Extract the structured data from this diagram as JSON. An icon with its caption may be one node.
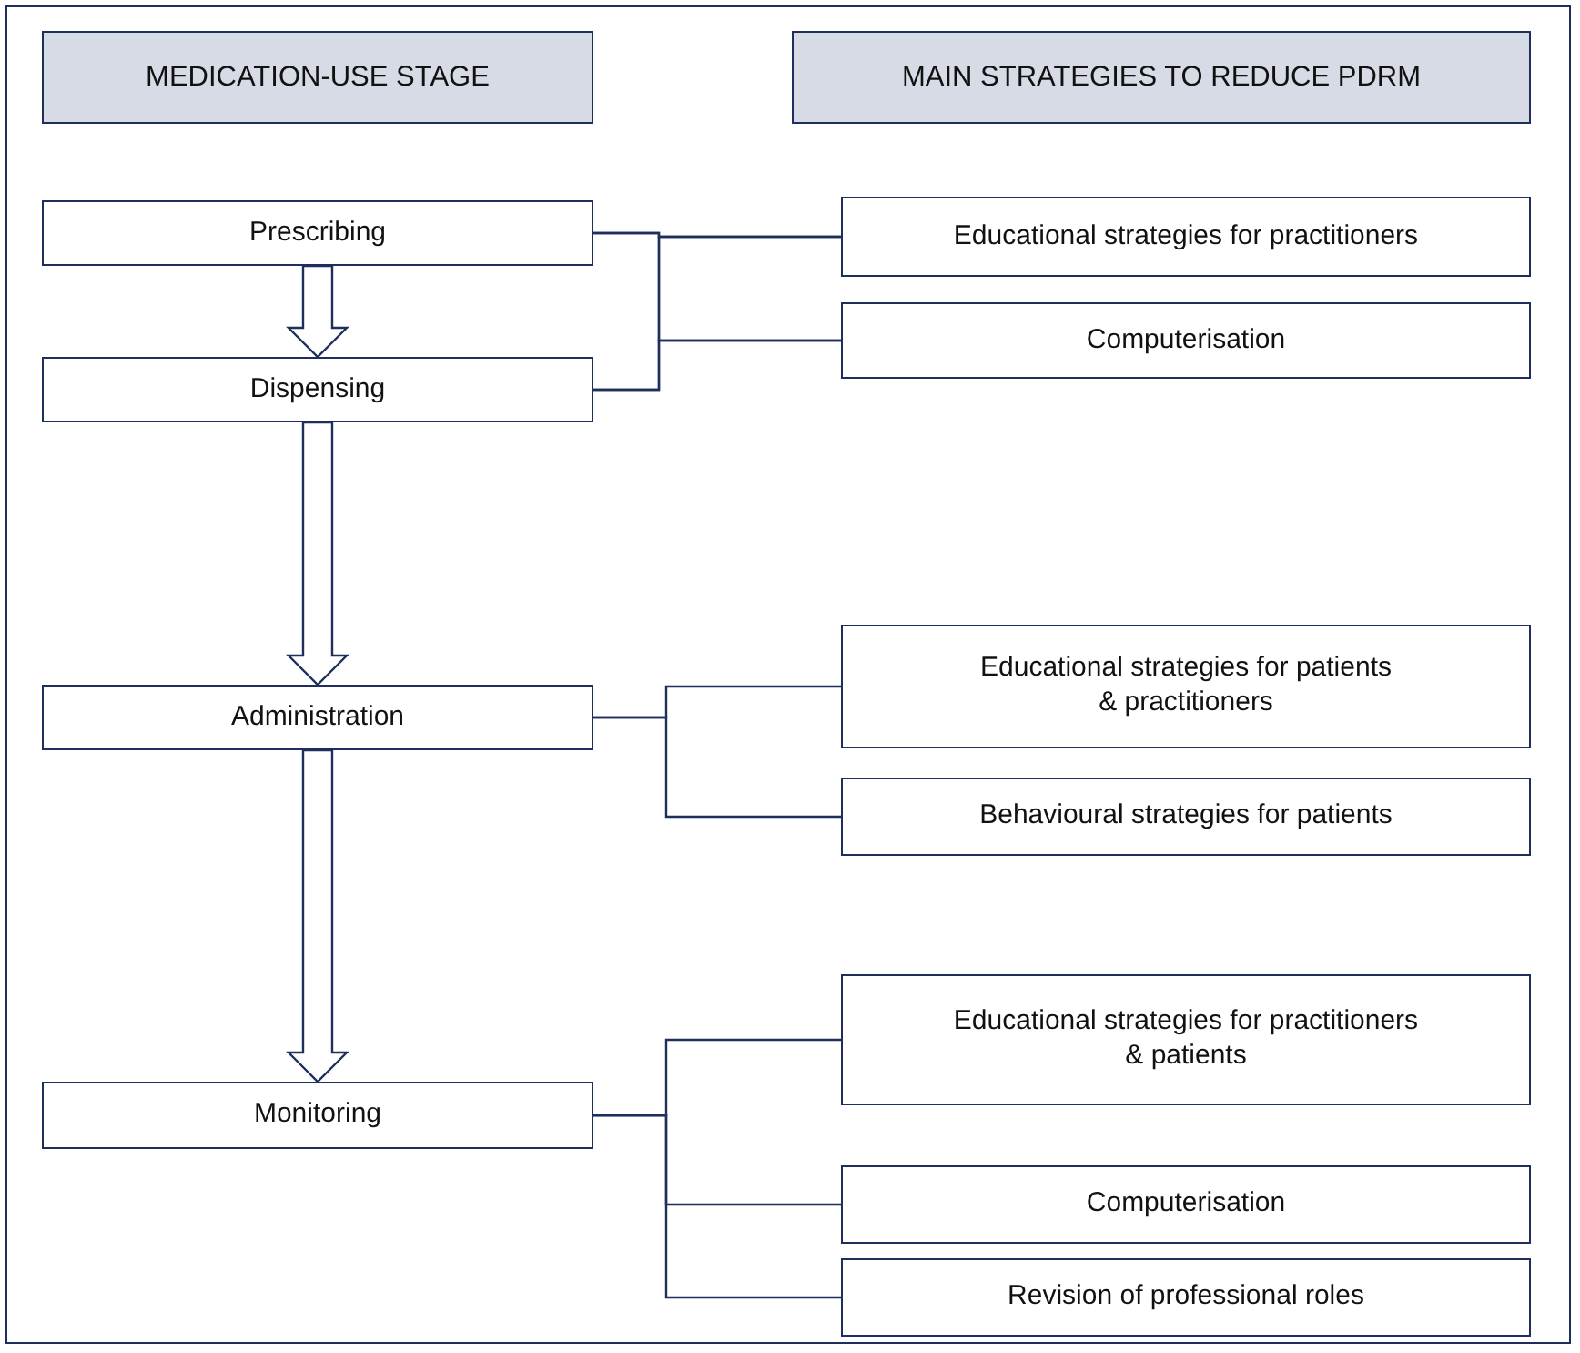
{
  "diagram": {
    "nodes": [
      {
        "text": [
          "MEDICATION-USE STAGE"
        ]
      },
      {
        "text": [
          "MAIN STRATEGIES TO REDUCE PDRM"
        ]
      },
      {
        "text": [
          "Prescribing"
        ]
      },
      {
        "text": [
          "Dispensing"
        ]
      },
      {
        "text": [
          "Administration"
        ]
      },
      {
        "text": [
          "Monitoring"
        ]
      },
      {
        "text": [
          "Educational strategies for practitioners"
        ]
      },
      {
        "text": [
          "Computerisation"
        ]
      },
      {
        "text": [
          "Educational strategies for patients & practitioners"
        ]
      },
      {
        "text": [
          "Behavioural strategies for patients"
        ]
      },
      {
        "text": [
          "Educational strategies for practitioners & patients"
        ]
      },
      {
        "text": [
          "Computerisation"
        ]
      },
      {
        "text": [
          "Revision of professional roles"
        ]
      }
    ],
    "edges": [
      {
        "from": 2,
        "to": 3,
        "arrow": "to"
      },
      {
        "from": 3,
        "to": 4,
        "arrow": "to"
      },
      {
        "from": 4,
        "to": 5,
        "arrow": "to"
      },
      {
        "from": 2,
        "to": 6,
        "arrow": "none"
      },
      {
        "from": 2,
        "to": 7,
        "arrow": "none"
      },
      {
        "from": 3,
        "to": 6,
        "arrow": "none"
      },
      {
        "from": 3,
        "to": 7,
        "arrow": "none"
      },
      {
        "from": 4,
        "to": 8,
        "arrow": "none"
      },
      {
        "from": 4,
        "to": 9,
        "arrow": "none"
      },
      {
        "from": 5,
        "to": 10,
        "arrow": "none"
      },
      {
        "from": 5,
        "to": 11,
        "arrow": "none"
      },
      {
        "from": 5,
        "to": 12,
        "arrow": "none"
      }
    ]
  }
}
